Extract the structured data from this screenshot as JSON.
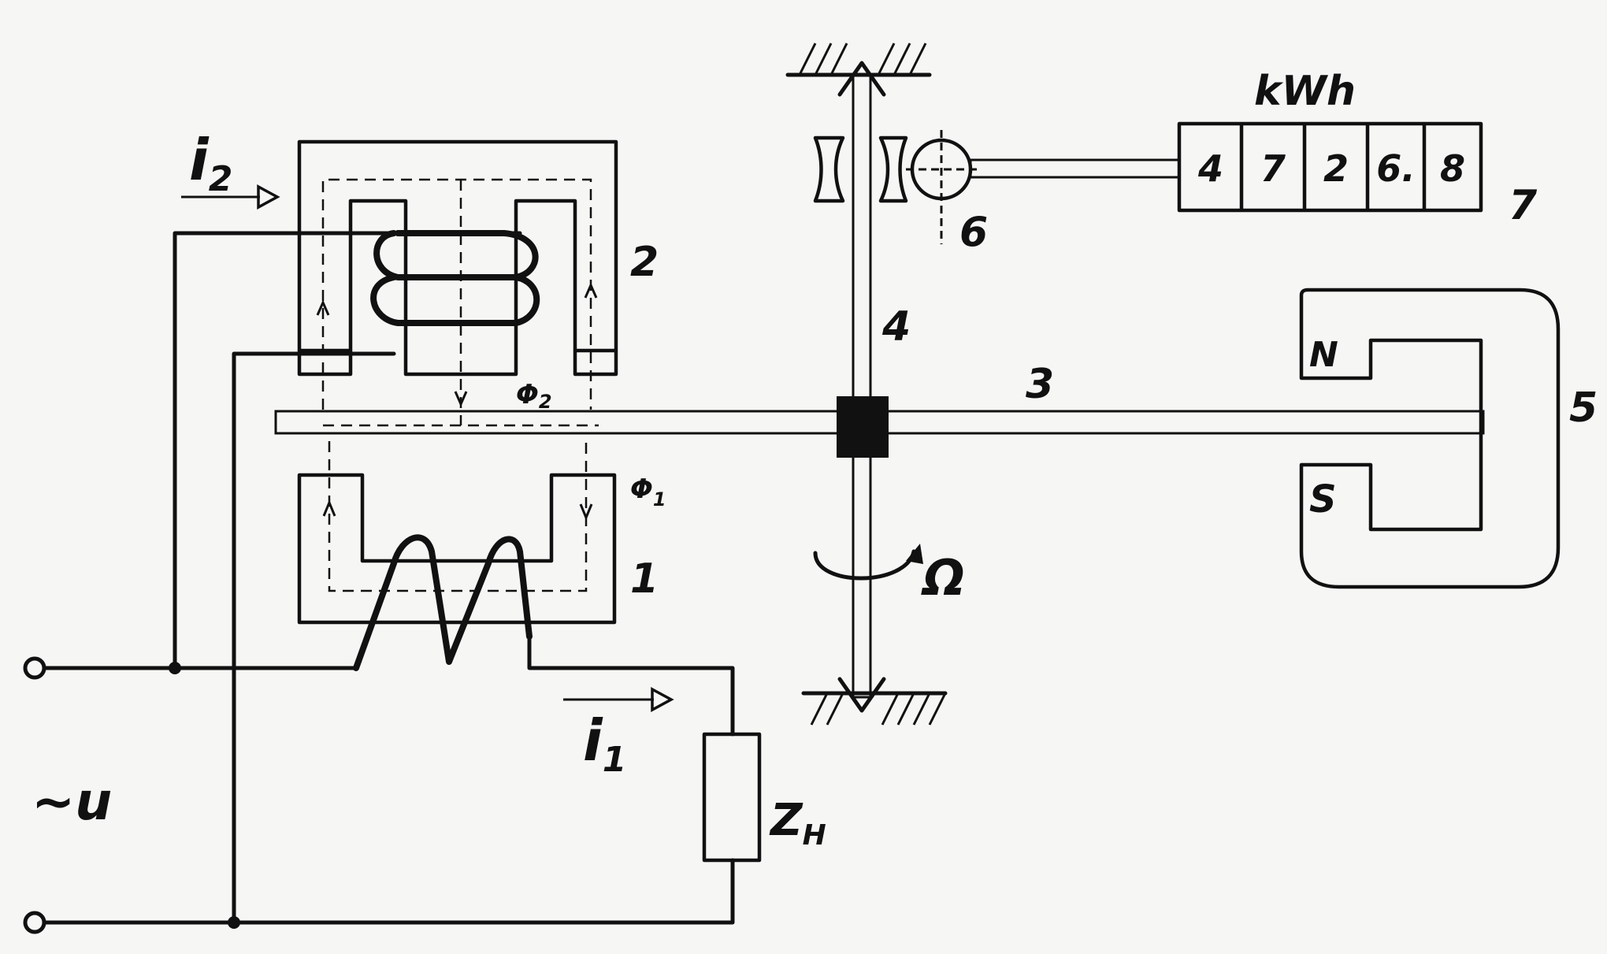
{
  "labels": {
    "current_i2": "i",
    "current_i2_sub": "2",
    "current_i1": "i",
    "current_i1_sub": "1",
    "flux_phi2": "Φ",
    "flux_phi2_sub": "2",
    "flux_phi1": "Φ",
    "flux_phi1_sub": "1",
    "part_1": "1",
    "part_2": "2",
    "part_3": "3",
    "part_4": "4",
    "part_5": "5",
    "part_6": "6",
    "part_7": "7",
    "omega": "Ω",
    "supply": "~u",
    "load": "Z",
    "load_sub": "H",
    "unit": "kWh",
    "pole_n": "N",
    "pole_s": "S"
  },
  "counter_digits": [
    "4",
    "7",
    "2",
    "6.",
    "8"
  ]
}
